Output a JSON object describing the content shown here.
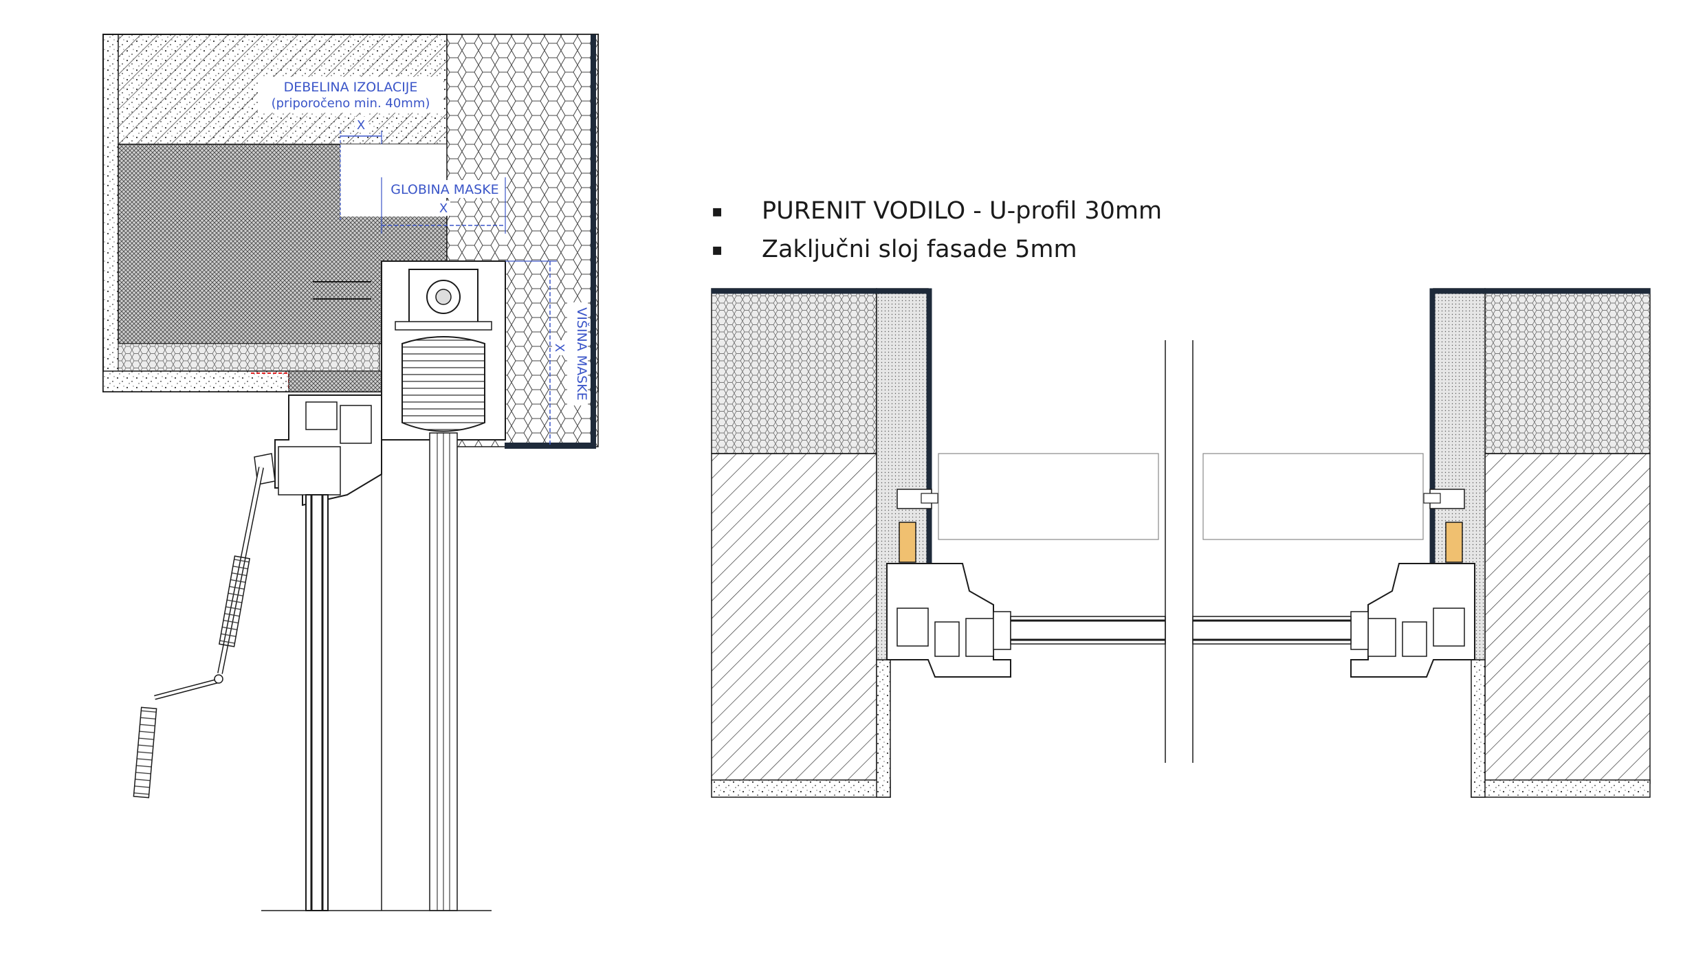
{
  "left_section": {
    "dim_insulation_line1": "DEBELINA IZOLACIJE",
    "dim_insulation_line2": "(priporočeno min. 40mm)",
    "dim_x_top": "X",
    "dim_mask_depth": "GLOBINA MASKE",
    "dim_x_middle": "X",
    "dim_mask_height": "VIŠINA MASKE",
    "dim_x_right": "X"
  },
  "notes": {
    "items": [
      {
        "bullet": "▪",
        "text": "PURENIT VODILO - U-profil 30mm"
      },
      {
        "bullet": "▪",
        "text": "Zaključni sloj fasade 5mm"
      }
    ]
  },
  "colors": {
    "line": "#1a1a1a",
    "dimension": "#3a55c8",
    "purenit": "#f0c070",
    "frame": "#1e2a3a",
    "red_membrane": "#e02020"
  }
}
